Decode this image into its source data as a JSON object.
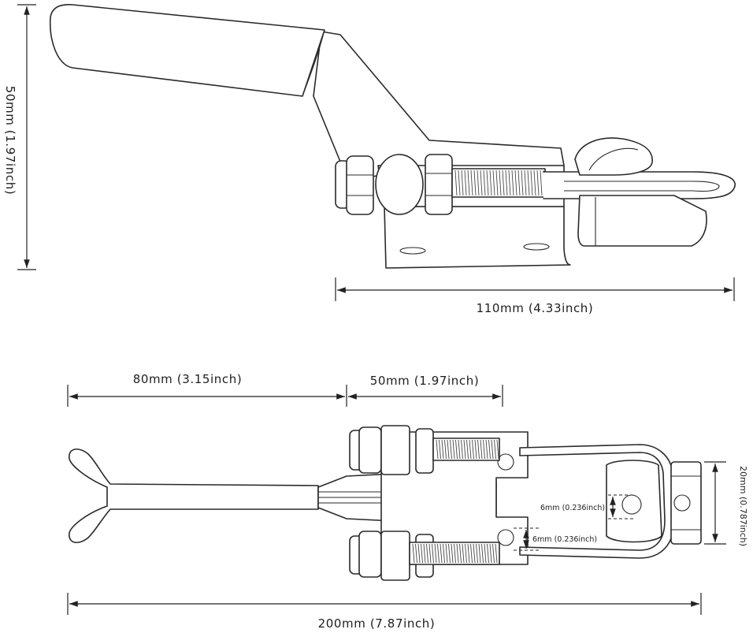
{
  "labels": {
    "side_height": "50mm (1.97inch)",
    "side_base_length": "110mm (4.33inch)",
    "top_handle_length": "80mm (3.15inch)",
    "top_body_length": "50mm (1.97inch)",
    "top_total_length": "200mm (7.87inch)",
    "top_width": "20mm (0.787inch)",
    "hole_offset_1": "6mm (0.236inch)",
    "hole_offset_2": "6mm (0.236inch)"
  }
}
